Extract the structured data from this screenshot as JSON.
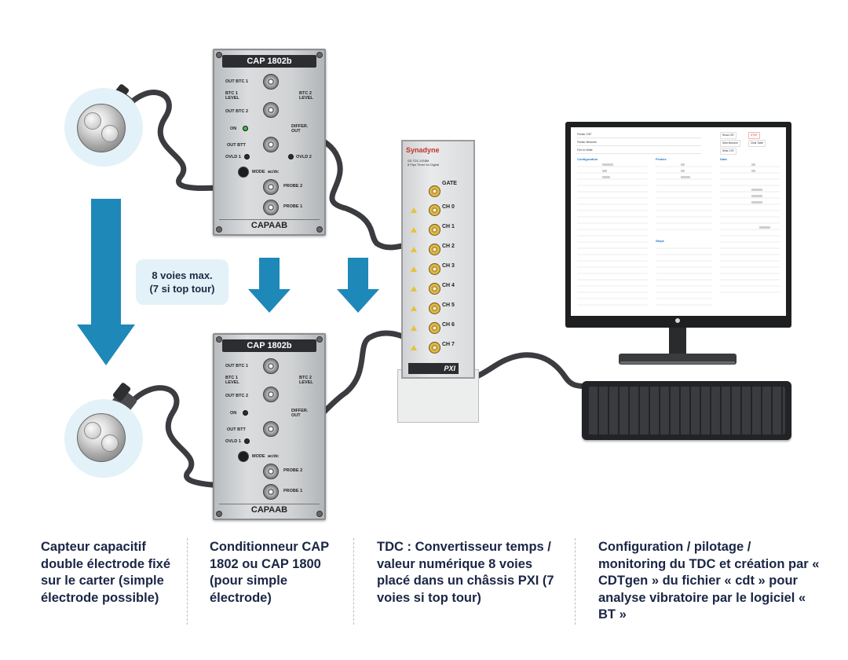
{
  "module_top": {
    "title": "CAP 1802b",
    "footer": "CAPAAB",
    "labels": {
      "out_btc1": "OUT BTC 1",
      "btc1_level": "BTC 1\nLEVEL",
      "btc2_level": "BTC 2\nLEVEL",
      "out_btc2": "OUT BTC 2",
      "on": "ON",
      "differ_out": "DIFFER.\nOUT",
      "out_btt": "OUT BTT",
      "ovld1": "OVLD 1",
      "ovld2": "OVLD 2",
      "mode": "MODE",
      "mode_val": "ac/dc",
      "probe2": "PROBE 2",
      "probe1": "PROBE 1"
    }
  },
  "module_bottom": {
    "title": "CAP 1802b",
    "footer": "CAPAAB",
    "labels": {
      "out_btc1": "OUT BTC 1",
      "btc1_level": "BTC 1\nLEVEL",
      "btc2_level": "BTC 2\nLEVEL",
      "out_btc2": "OUT BTC 2",
      "on": "ON",
      "differ_out": "DIFFER.\nOUT",
      "out_btt": "OUT BTT",
      "ovld1": "OVLD 1",
      "mode": "MODE",
      "mode_val": "ac/dc",
      "probe2": "PROBE 2",
      "probe1": "PROBE 1"
    }
  },
  "tdc_card": {
    "brand": "Synadyne",
    "subtitle": "SD TDC-HS8M\n8 Ftps Timer for Digital",
    "gate": "GATE",
    "channels": [
      "CH 0",
      "CH 1",
      "CH 2",
      "CH 3",
      "CH 4",
      "CH 5",
      "CH 6",
      "CH 7"
    ],
    "chassis_label": "PXI"
  },
  "note": {
    "line1": "8 voies max.",
    "line2": "(7 si top tour)"
  },
  "screen": {
    "fields": [
      "Fichier CSF",
      "Fichier Mesures",
      "Fich to Write"
    ],
    "buttons": [
      "Read CSF",
      "STOP",
      "Start Mesures",
      "Clear Table",
      "Write CSF"
    ],
    "sections": [
      "Configuration",
      "Probes",
      "Data",
      "Steps"
    ]
  },
  "captions": [
    "Capteur capacitif double électrode fixé sur le carter (simple électrode possible)",
    "Conditionneur CAP 1802 ou CAP 1800 (pour simple électrode)",
    "TDC : Convertisseur temps / valeur numérique 8 voies placé dans un châssis PXI (7 voies si top tour)",
    "Configuration / pilotage / monitoring du TDC et création par « CDTgen » du fichier « cdt » pour analyse vibratoire par le logiciel « BT »"
  ],
  "colors": {
    "arrow": "#1e88b8",
    "halo": "#e3f1f8",
    "caption_text": "#1a2645",
    "cable": "#3b3c3f"
  }
}
